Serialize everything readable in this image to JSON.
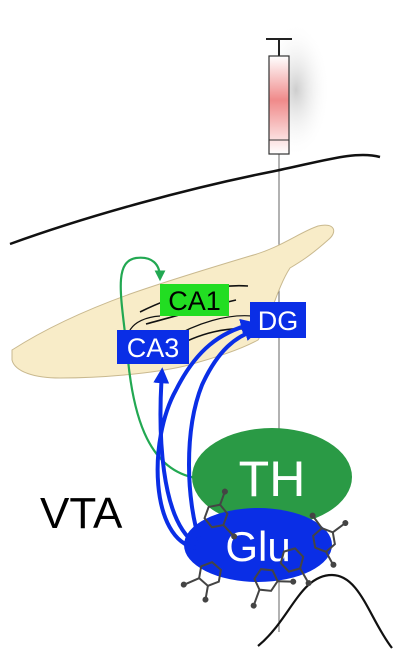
{
  "labels": {
    "ca1": "CA1",
    "ca3": "CA3",
    "dg": "DG",
    "th": "TH",
    "glu": "Glu",
    "vta": "VTA"
  },
  "colors": {
    "green_box": "#22dd22",
    "blue": "#0a2ee6",
    "th_green": "#2a9a45",
    "arrow_green": "#22a852",
    "hippocampus_fill": "#f8ecc8",
    "syringe_red": "#f08a8a",
    "outline": "#111111"
  },
  "icons": [
    "syringe-icon",
    "molecule-icon"
  ]
}
